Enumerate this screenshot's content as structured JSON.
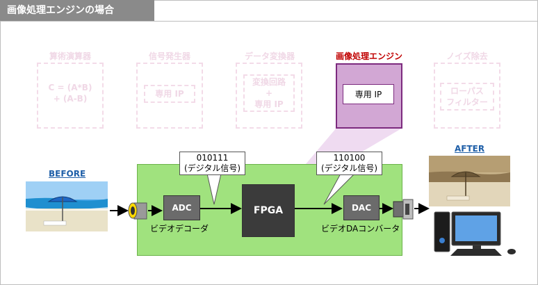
{
  "page": {
    "title": "画像処理エンジンの場合"
  },
  "faint_blocks": [
    {
      "label": "算術演算器",
      "inner": "C = (A*B)\n+ (A-B)"
    },
    {
      "label": "信号発生器",
      "inner": "専用 IP"
    },
    {
      "label": "データ変換器",
      "inner": "変換回路\n+\n専用 IP"
    },
    {
      "label": "ノイズ除去",
      "inner": "ローパス\nフィルター"
    }
  ],
  "engine": {
    "label": "画像処理エンジン",
    "ip_label": "専用 IP"
  },
  "pipeline": {
    "adc": "ADC",
    "adc_caption": "ビデオデコーダ",
    "fpga": "FPGA",
    "dac": "DAC",
    "dac_caption": "ビデオDAコンバータ",
    "callout_in_bits": "010111",
    "callout_in_text": "(デジタル信号)",
    "callout_out_bits": "110100",
    "callout_out_text": "(デジタル信号)"
  },
  "before_label": "BEFORE",
  "after_label": "AFTER",
  "colors": {
    "green": "#a0e27e",
    "engine": "#d2a7d4",
    "engine_border": "#7c2a7e",
    "accent_red": "#c00000",
    "link_blue": "#1f5fa8"
  }
}
